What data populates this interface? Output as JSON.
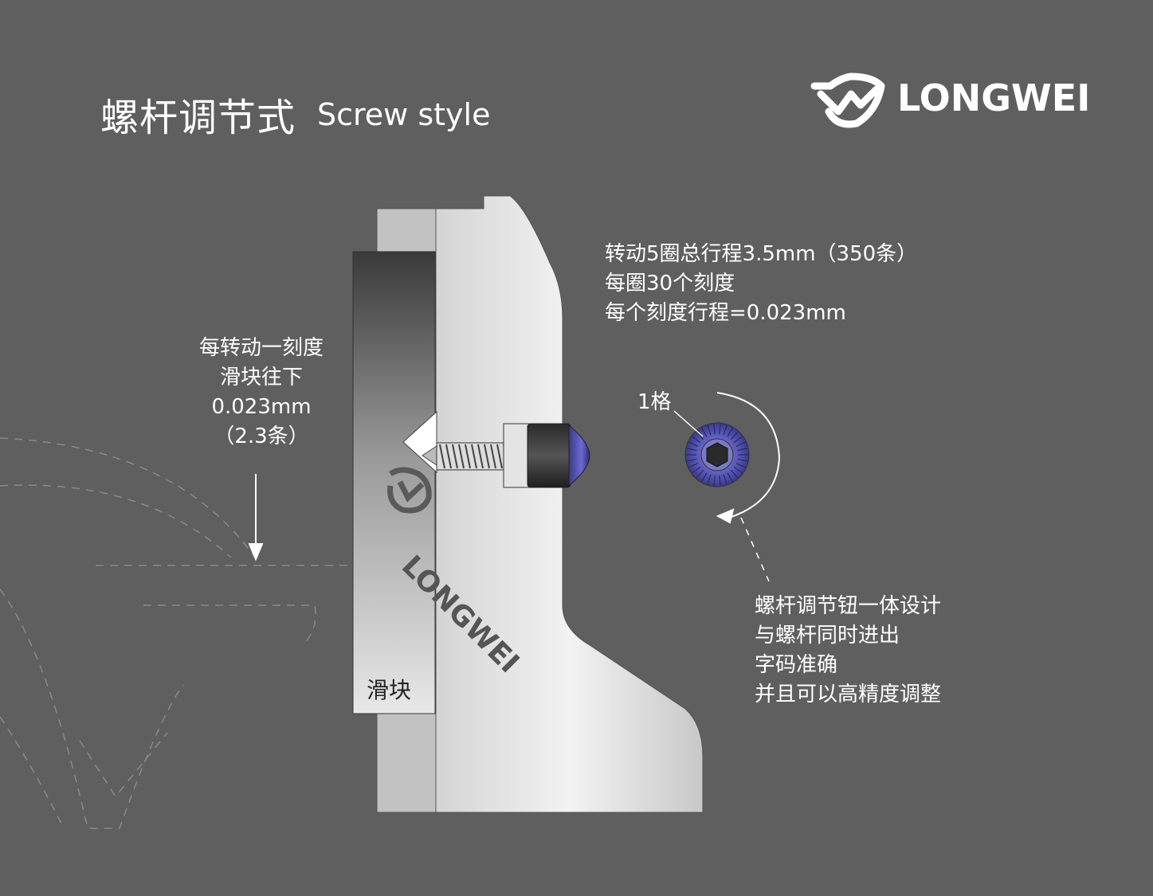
{
  "title": {
    "cn": "螺杆调节式",
    "en": "Screw style"
  },
  "brand": {
    "name": "LONGWEI",
    "watermark": "LONGWEI"
  },
  "left_note": [
    "每转动一刻度",
    "滑块往下",
    "0.023mm",
    "（2.3条）"
  ],
  "right_top_note": [
    "转动5圈总行程3.5mm（350条）",
    "每圈30个刻度",
    "每个刻度行程=0.023mm"
  ],
  "right_bottom_note": [
    "螺杆调节钮一体设计",
    "与螺杆同时进出",
    "字码准确",
    "并且可以高精度调整"
  ],
  "dial_label": "1格",
  "slider_label": "滑块",
  "colors": {
    "background": "#5f5f60",
    "knob_accent": "#5b5bb0",
    "text": "#ffffff"
  }
}
